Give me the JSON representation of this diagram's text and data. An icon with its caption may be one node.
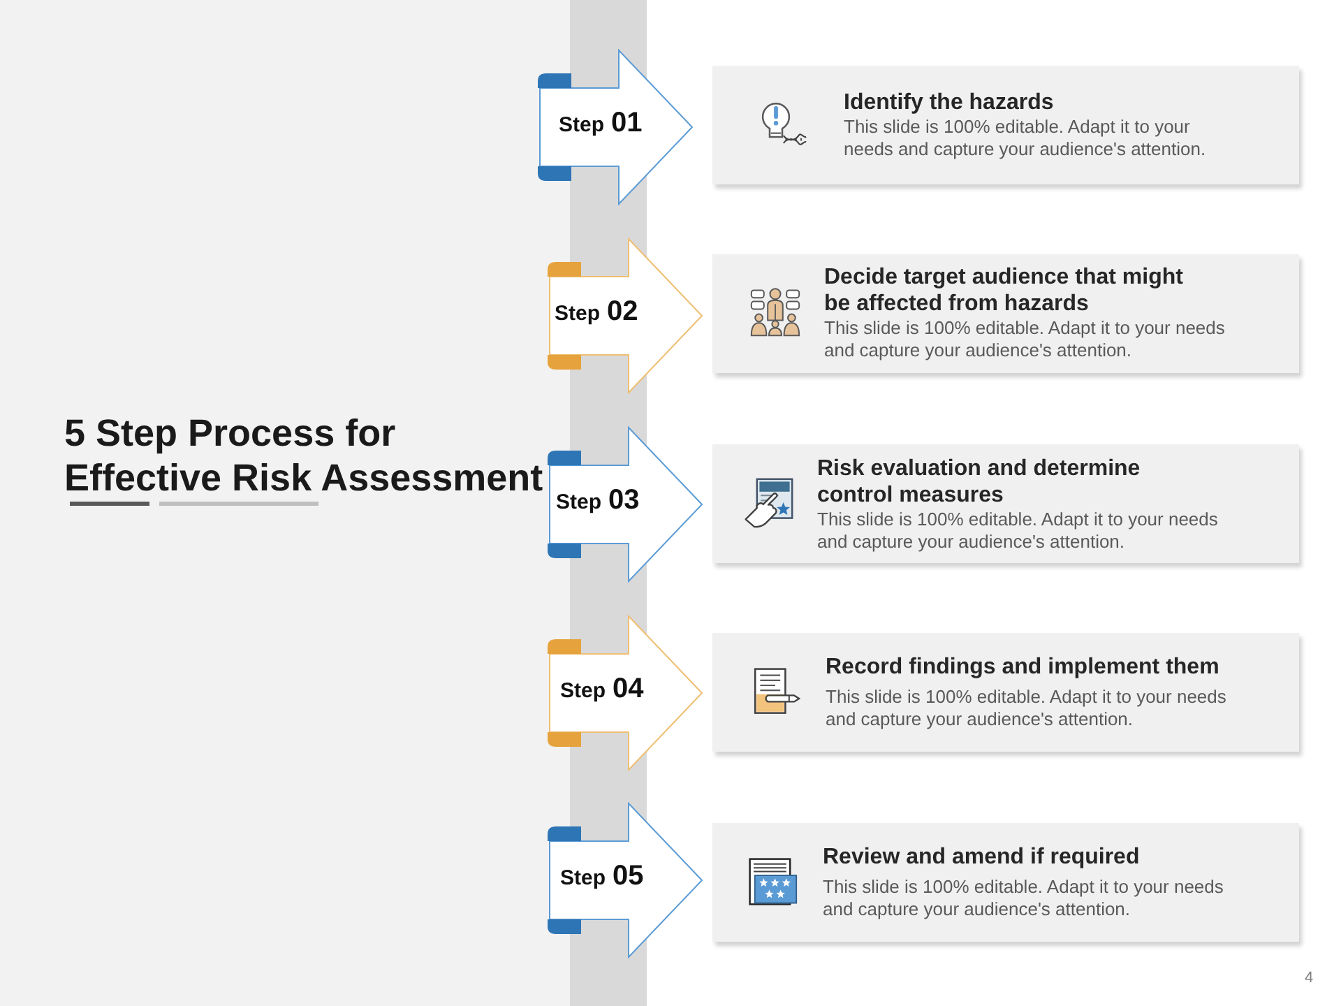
{
  "diagram": {
    "title": "5 Step Process for Effective Risk Assessment",
    "nodes": [
      {
        "text": [
          "Step",
          "01"
        ]
      },
      {
        "text": [
          "Identify the hazards",
          "This slide is 100% editable. Adapt it to your needs and capture your audience's attention."
        ]
      },
      {
        "text": [
          "Step",
          "02"
        ]
      },
      {
        "text": [
          "Decide target audience that might be affected from hazards",
          "This slide is 100% editable. Adapt it to your needs and capture your audience's attention."
        ]
      },
      {
        "text": [
          "Step",
          "03"
        ]
      },
      {
        "text": [
          "Risk evaluation and determine control measures",
          "This slide is 100% editable. Adapt it to your needs and capture your audience's attention."
        ]
      },
      {
        "text": [
          "Step",
          "04"
        ]
      },
      {
        "text": [
          "Record findings and implement them",
          "This slide is 100% editable. Adapt it to your needs and capture your audience's attention."
        ]
      },
      {
        "text": [
          "Step",
          "05"
        ]
      },
      {
        "text": [
          "Review and amend if required",
          "This slide is 100% editable. Adapt it to your needs and capture your audience's attention."
        ]
      }
    ],
    "labels": [
      "4"
    ]
  }
}
